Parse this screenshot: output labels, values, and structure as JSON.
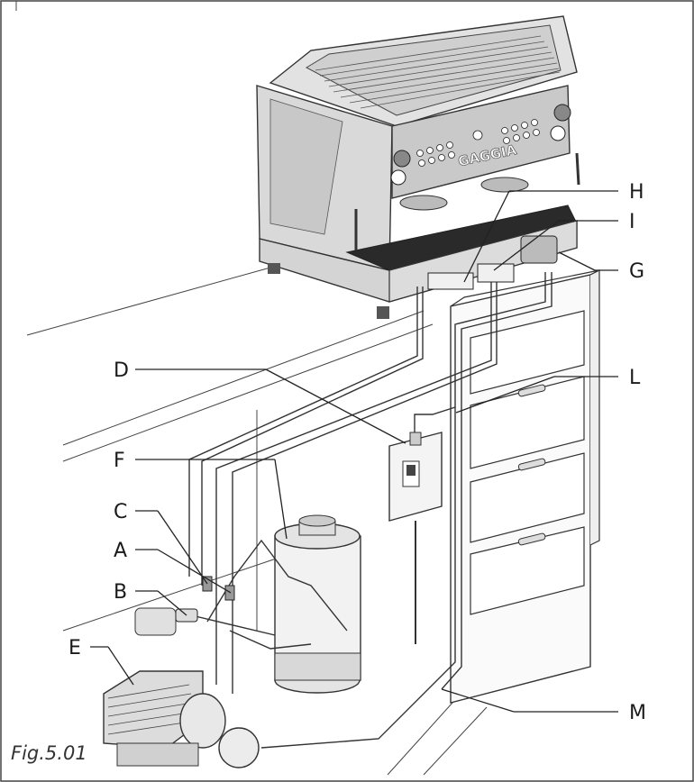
{
  "brand": "GAGGIA",
  "caption": "Fig.5.01",
  "labels": {
    "A": "A",
    "B": "B",
    "C": "C",
    "D": "D",
    "E": "E",
    "F": "F",
    "G": "G",
    "H": "H",
    "I": "I",
    "L": "L",
    "M": "M"
  }
}
